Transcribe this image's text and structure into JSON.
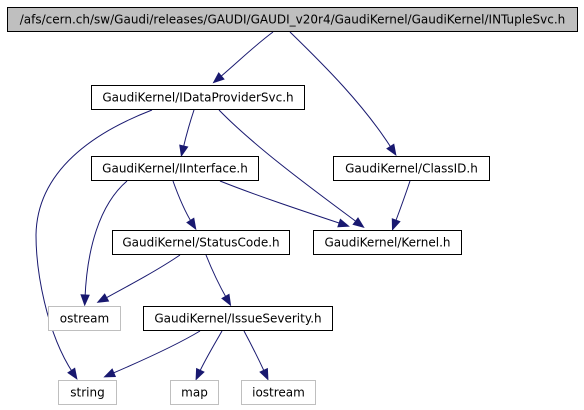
{
  "diagram": {
    "nodes": [
      {
        "id": "root",
        "label": "/afs/cern.ch/sw/Gaudi/releases/GAUDI/GAUDI_v20r4/GaudiKernel/GaudiKernel/INTupleSvc.h",
        "kind": "root"
      },
      {
        "id": "idataprovider",
        "label": "GaudiKernel/IDataProviderSvc.h",
        "kind": "header"
      },
      {
        "id": "classid",
        "label": "GaudiKernel/ClassID.h",
        "kind": "header"
      },
      {
        "id": "iinterface",
        "label": "GaudiKernel/IInterface.h",
        "kind": "header"
      },
      {
        "id": "statuscode",
        "label": "GaudiKernel/StatusCode.h",
        "kind": "header"
      },
      {
        "id": "kernel",
        "label": "GaudiKernel/Kernel.h",
        "kind": "header"
      },
      {
        "id": "ostream",
        "label": "ostream",
        "kind": "external"
      },
      {
        "id": "issueseverity",
        "label": "GaudiKernel/IssueSeverity.h",
        "kind": "header"
      },
      {
        "id": "string",
        "label": "string",
        "kind": "external"
      },
      {
        "id": "map",
        "label": "map",
        "kind": "external"
      },
      {
        "id": "iostream",
        "label": "iostream",
        "kind": "external"
      }
    ],
    "edges": [
      {
        "from": "root",
        "to": "idataprovider"
      },
      {
        "from": "root",
        "to": "classid"
      },
      {
        "from": "idataprovider",
        "to": "iinterface"
      },
      {
        "from": "idataprovider",
        "to": "kernel"
      },
      {
        "from": "idataprovider",
        "to": "string"
      },
      {
        "from": "classid",
        "to": "kernel"
      },
      {
        "from": "iinterface",
        "to": "statuscode"
      },
      {
        "from": "iinterface",
        "to": "kernel"
      },
      {
        "from": "iinterface",
        "to": "ostream"
      },
      {
        "from": "statuscode",
        "to": "ostream"
      },
      {
        "from": "statuscode",
        "to": "issueseverity"
      },
      {
        "from": "issueseverity",
        "to": "string"
      },
      {
        "from": "issueseverity",
        "to": "map"
      },
      {
        "from": "issueseverity",
        "to": "iostream"
      }
    ],
    "colors": {
      "root_fill": "#bfbfbf",
      "node_fill": "#ffffff",
      "node_border": "#000000",
      "external_border": "#bfbfbf",
      "edge": "#191970"
    }
  }
}
